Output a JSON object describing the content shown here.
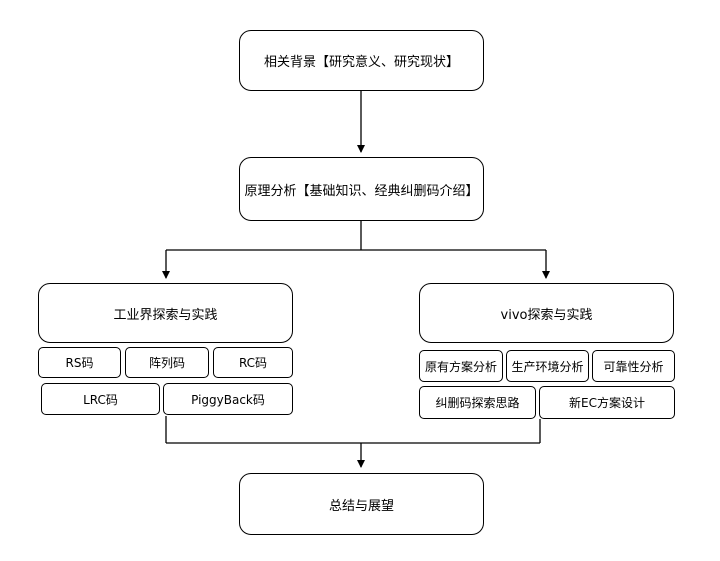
{
  "diagram": {
    "background": "相关背景【研究意义、研究现状】",
    "principle": "原理分析【基础知识、经典纠删码介绍】",
    "industry": {
      "title": "工业界探索与实践",
      "items": [
        "RS码",
        "阵列码",
        "RC码",
        "LRC码",
        "PiggyBack码"
      ]
    },
    "vivo": {
      "title": "vivo探索与实践",
      "items": [
        "原有方案分析",
        "生产环境分析",
        "可靠性分析",
        "纠删码探索思路",
        "新EC方案设计"
      ]
    },
    "summary": "总结与展望"
  }
}
